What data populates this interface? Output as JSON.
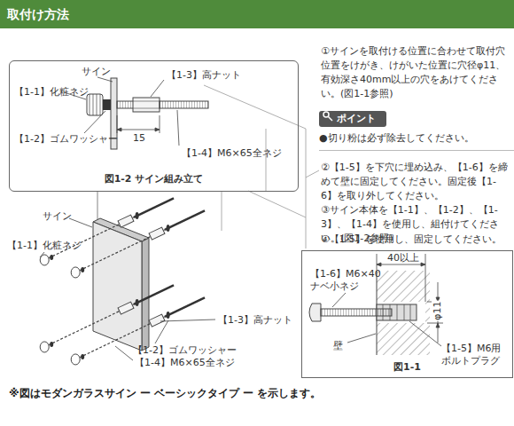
{
  "diagram": {
    "nodes": [
      {
        "text": [
          "取付け方法"
        ]
      },
      {
        "text": [
          "図1-2 サイン組み立て"
        ]
      },
      {
        "text": [
          "ポイント",
          "●切り粉は必ず除去してください。"
        ]
      },
      {
        "text": [
          "図1-1"
        ]
      }
    ],
    "labels": [
      "サイン",
      "【1-3】高ナット",
      "【1-1】化粧ネジ",
      "【1-2】ゴムワッシャー",
      "15",
      "【1-4】M6×65全ネジ",
      "サイン",
      "【1-1】化粧ネジ",
      "【1-3】高ナット",
      "【1-2】ゴムワッシャー",
      "【1-4】M6×65全ネジ",
      "①サインを取付ける位置に合わせて取付穴位置をけがき、けがいた位置に穴径φ11、有効深さ40mm以上の穴をあけてください。(図1-1参照)",
      "②【1-5】を下穴に埋め込み、【1-6】を締めて壁に固定してください。固定後【1-6】を取り外してください。",
      "③サイン本体を【1-1】、【1-2】、【1-3】、【1-4】を使用し、組付けてください。(図1-2参照)",
      "④【1-5】を使用し、固定してください。",
      "40以上",
      "φ11",
      "【1-6】M6×40 ナベ小ネジ",
      "壁",
      "【1-5】M6用 ボルトプラグ",
      "※図はモダンガラスサイン ー ベーシックタイプ ー を示します。"
    ]
  }
}
